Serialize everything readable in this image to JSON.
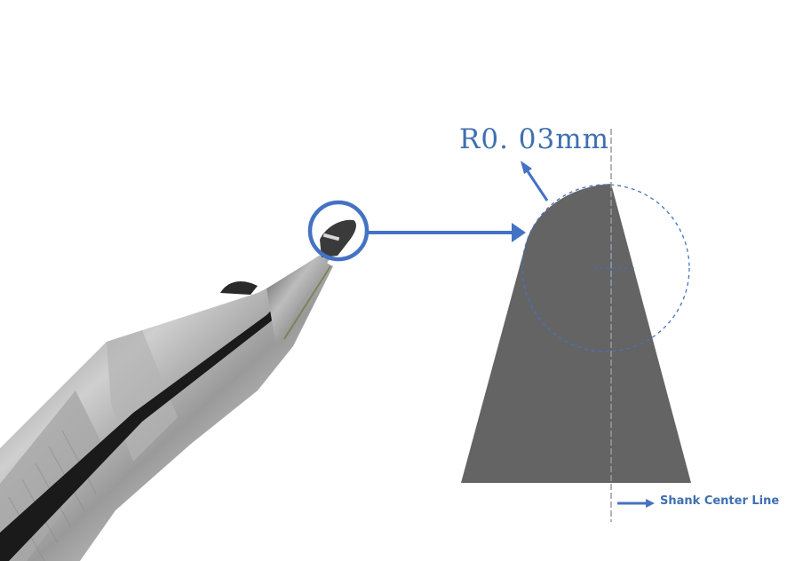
{
  "diagram": {
    "radius_label": "R0. 03mm",
    "center_line_label": "Shank Center Line",
    "colors": {
      "accent_blue": "#4472c4",
      "label_blue": "#3f6fb0",
      "profile_gray": "#646464",
      "center_line_gray": "#9a9a9a",
      "background": "#ffffff"
    },
    "elements": {
      "photo": "engraving-tool-tip-photo",
      "magnifier": "tip-highlight-circle",
      "connector": "arrow-to-profile",
      "profile": "tip-cross-section",
      "radius_circle": "dashed-radius-circle",
      "center_mark": "circle-center-crosshair",
      "center_line": "dashed-shank-center-line"
    }
  }
}
